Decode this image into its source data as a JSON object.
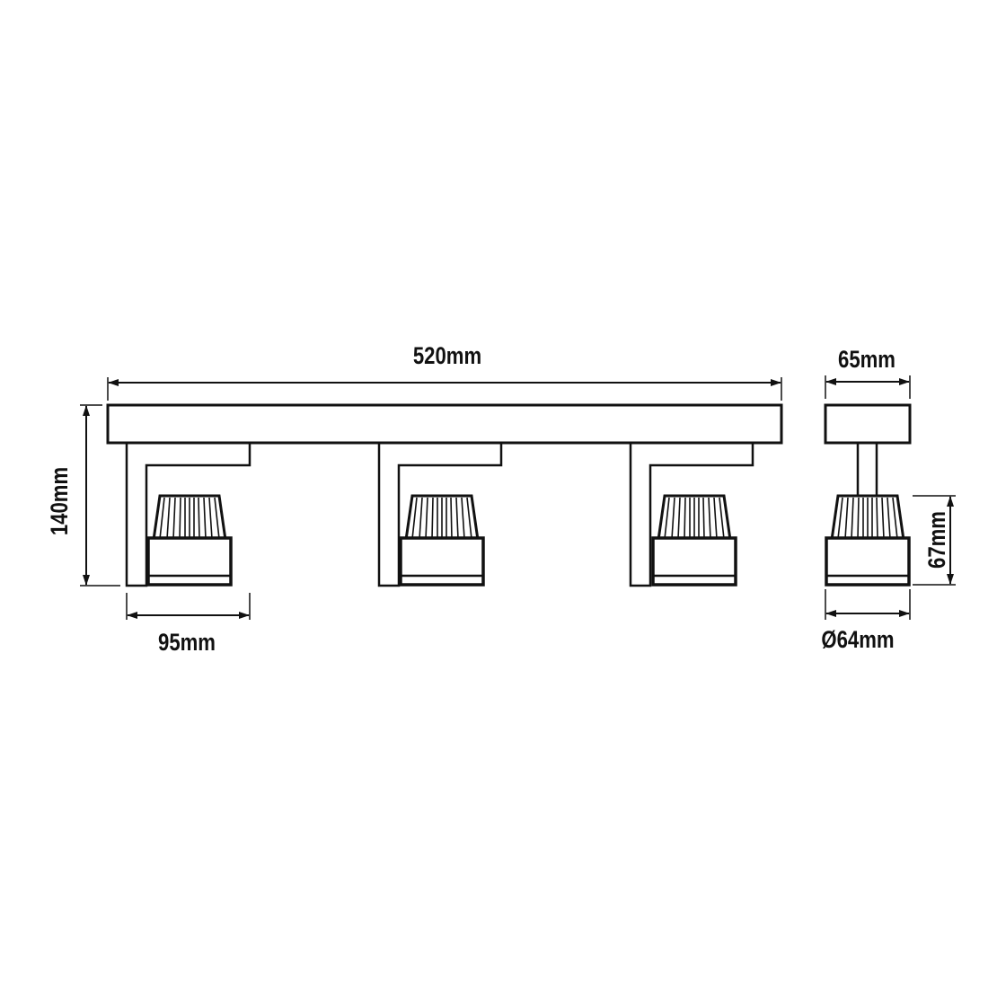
{
  "dimensions": {
    "total_width": "520mm",
    "total_height": "140mm",
    "arm_reach": "95mm",
    "base_depth": "65mm",
    "head_height": "67mm",
    "head_diameter": "Ø64mm"
  },
  "colors": {
    "line": "#111111",
    "background": "#ffffff"
  },
  "views": {
    "front": {
      "spotlight_count": 3
    },
    "side": {
      "spotlight_count": 1
    }
  }
}
